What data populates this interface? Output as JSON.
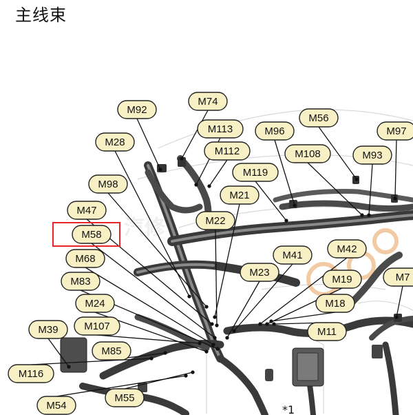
{
  "title": "主线束",
  "footnote": "*1",
  "highlighted_label": "M58",
  "watermark": "汽修",
  "colors": {
    "tag_fill": "#f7f0c4",
    "tag_stroke": "#222222",
    "highlight": "#e8262a",
    "harness": "#4a4a4a",
    "leader": "#111111",
    "watermark": "#e8a25a"
  },
  "labels": [
    "M74",
    "M92",
    "M113",
    "M28",
    "M112",
    "M96",
    "M56",
    "M97",
    "M108",
    "M93",
    "M119",
    "M98",
    "M21",
    "M47",
    "M22",
    "M58",
    "M41",
    "M42",
    "M68",
    "M23",
    "M19",
    "M7",
    "M83",
    "M18",
    "M24",
    "M107",
    "M11",
    "M39",
    "M85",
    "M116",
    "M55",
    "M54"
  ]
}
